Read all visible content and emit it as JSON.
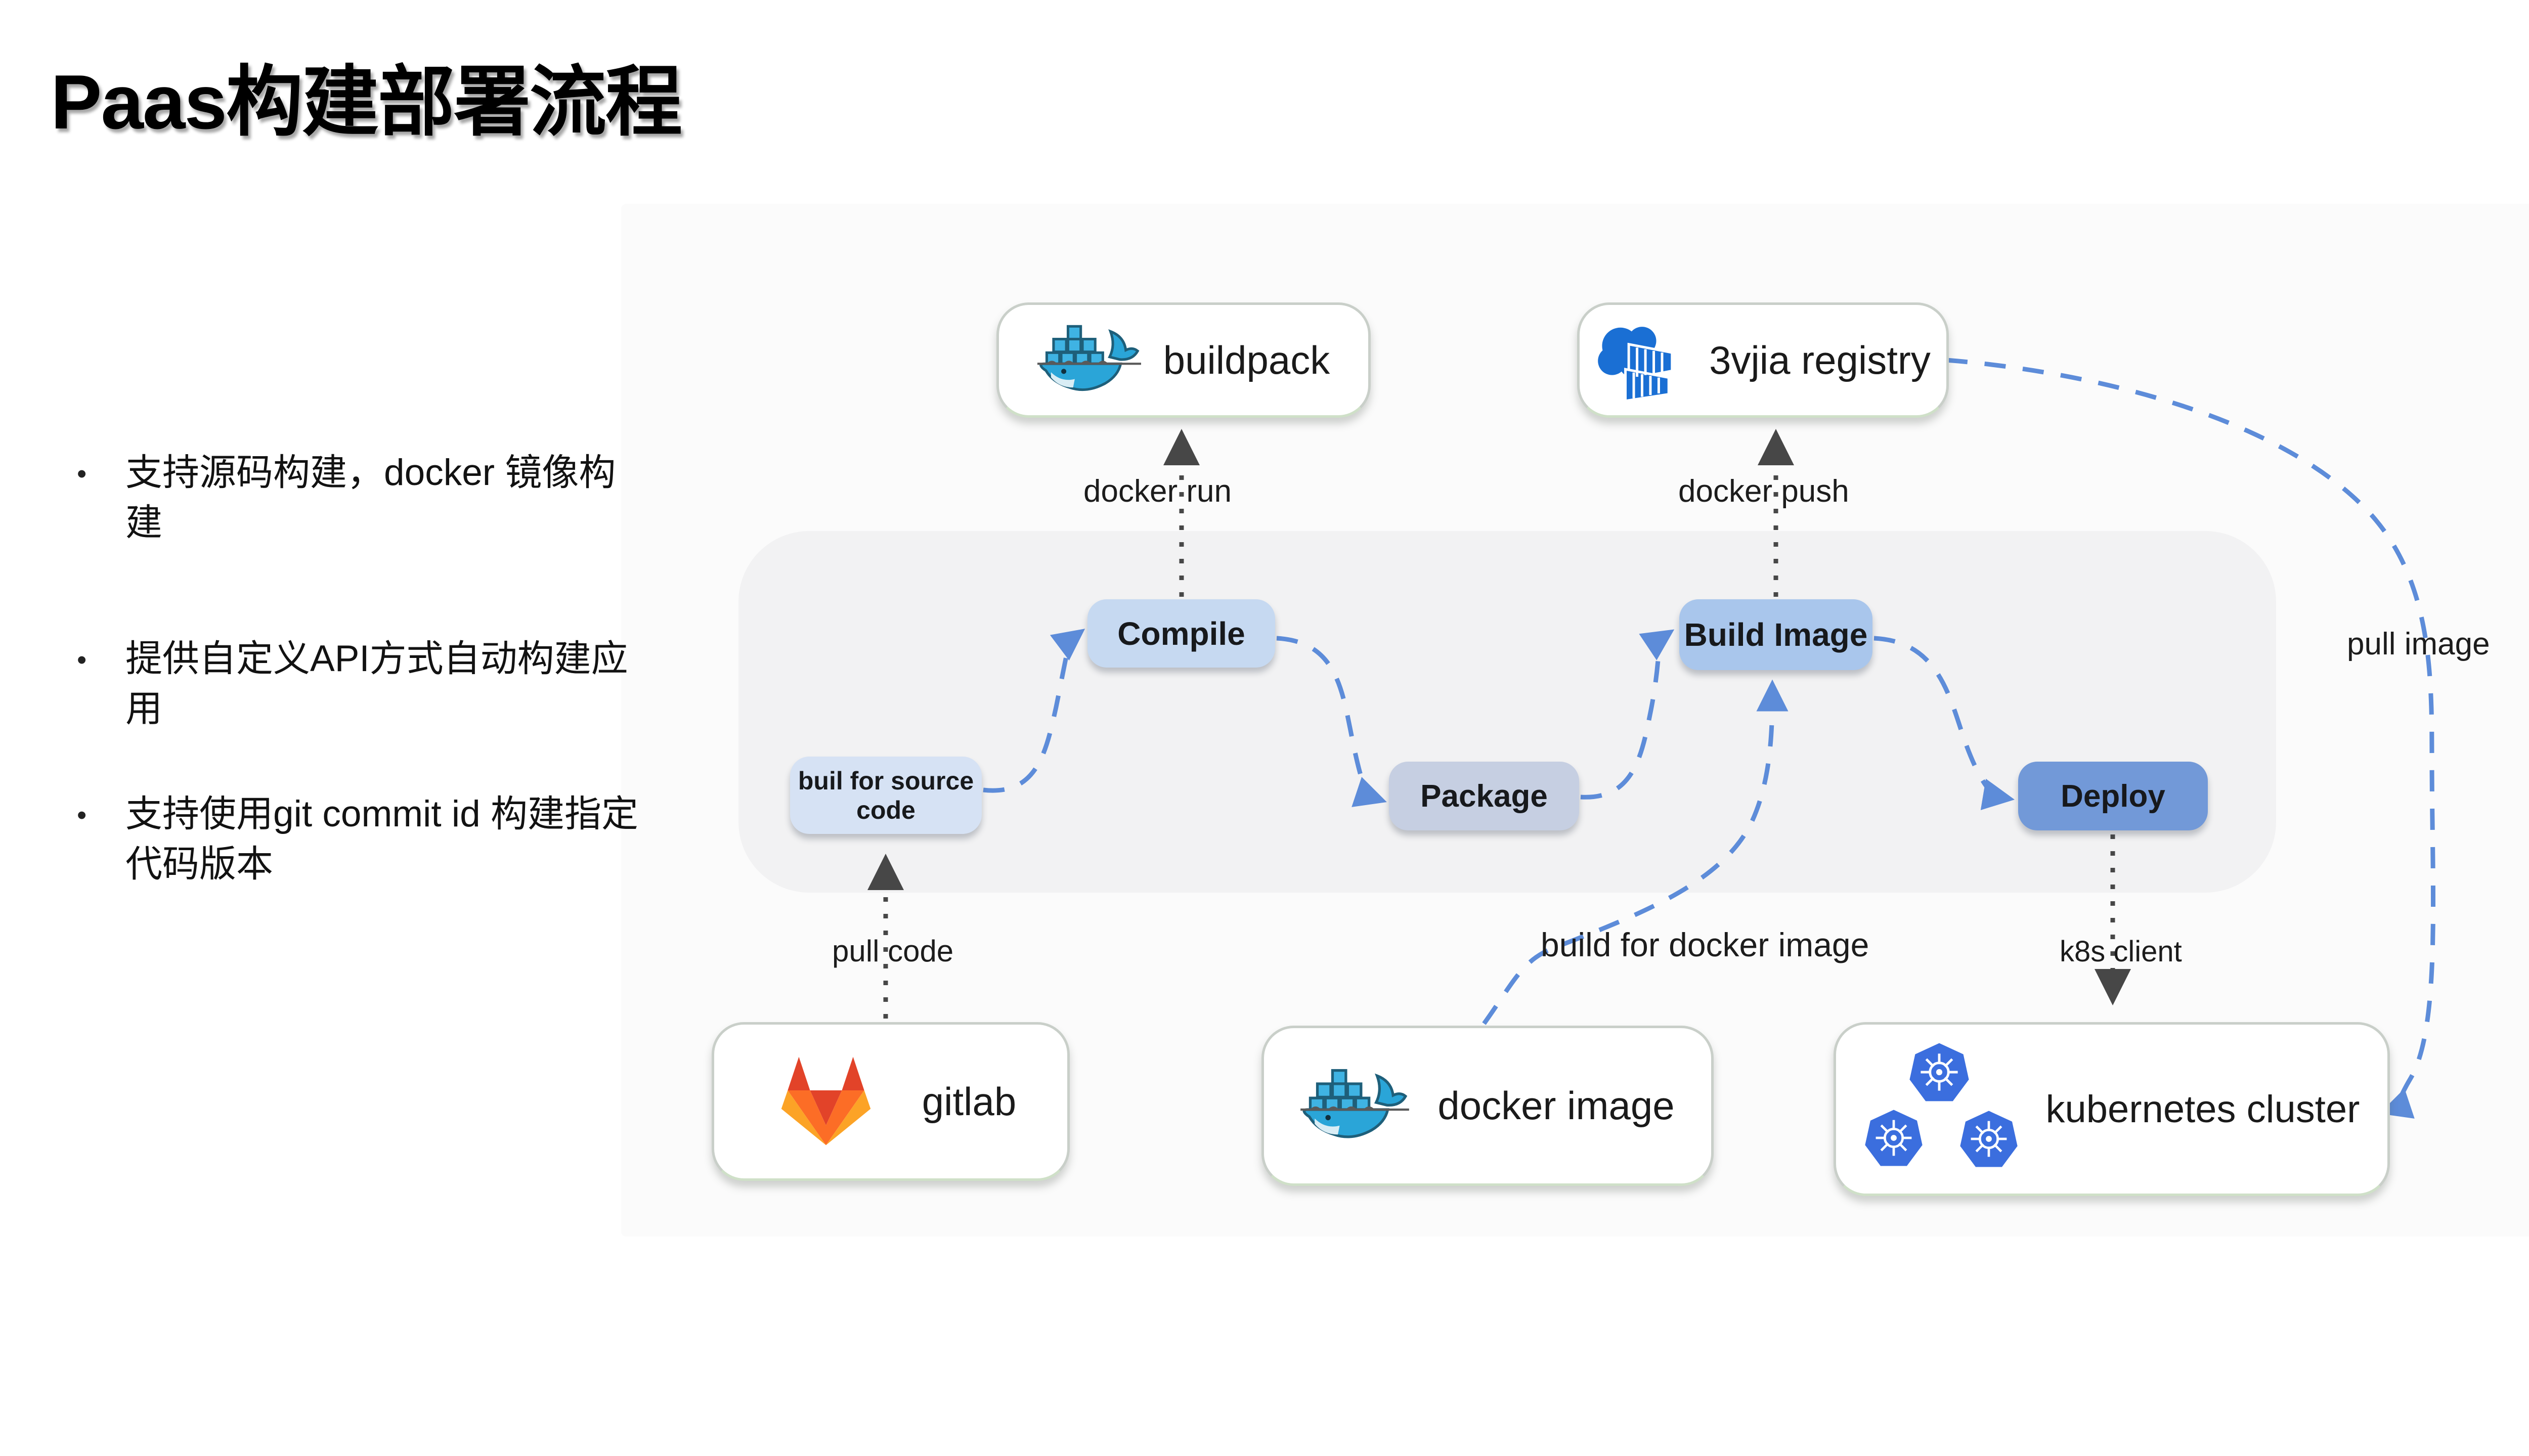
{
  "slide": {
    "title": "Paas构建部署流程"
  },
  "bullets": [
    "支持源码构建，docker 镜像构建",
    "提供自定义API方式自动构建应用",
    "支持使用git commit id 构建指定代码版本"
  ],
  "diagram": {
    "nodes": {
      "buildpack": "buildpack",
      "registry": "3vjia registry",
      "compile": "Compile",
      "build_image": "Build Image",
      "build_source": "buil for source code",
      "package": "Package",
      "deploy": "Deploy",
      "gitlab": "gitlab",
      "docker_image": "docker image",
      "kubernetes": "kubernetes cluster"
    },
    "edges": {
      "docker_run": "docker run",
      "docker_push": "docker push",
      "pull_image": "pull image",
      "pull_code": "pull code",
      "build_for_docker_image": "build for docker image",
      "k8s_client": "k8s client"
    },
    "icons": {
      "buildpack": "docker-whale-icon",
      "registry": "cloud-registry-icon",
      "gitlab": "gitlab-fox-icon",
      "docker_image": "docker-whale-icon",
      "kubernetes": "kubernetes-wheel-icon"
    },
    "colors": {
      "blue_dashed_edge": "#5d8cd9",
      "black_dotted_edge": "#474747",
      "compile_fill": "#c6d9f1",
      "build_image_fill": "#a9c6ec",
      "build_source_fill": "#d6e2f4",
      "package_fill": "#c6cfe2",
      "deploy_fill": "#7299d8",
      "band_fill": "#f2f2f3",
      "docker_blue": "#2aa5d8",
      "registry_blue": "#1a6fd4",
      "kubernetes_blue": "#3b6ede",
      "gitlab_dark_orange": "#e24329",
      "gitlab_orange": "#fc6d26",
      "gitlab_yellow": "#fca326"
    }
  }
}
